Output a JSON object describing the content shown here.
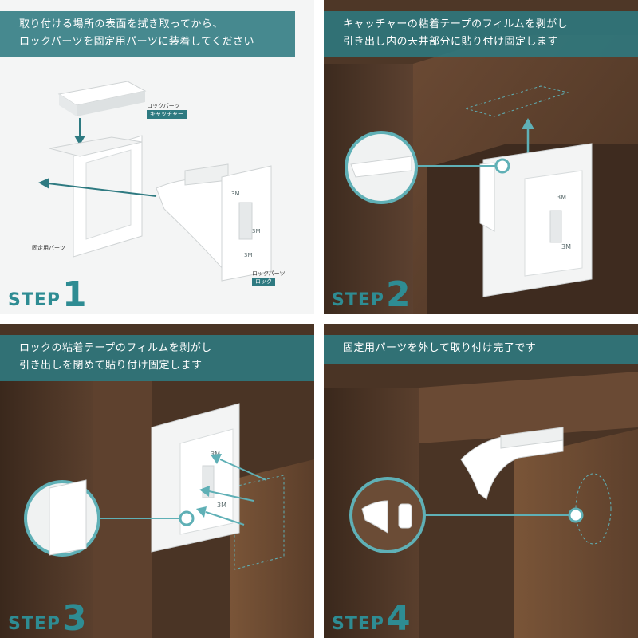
{
  "accent_color": "#2e7a81",
  "step_color": "#2e8c93",
  "wood_color": "#5a3e2b",
  "steps": [
    {
      "caption": [
        "取り付ける場所の表面を拭き取ってから、",
        "ロックパーツを固定用パーツに装着してください"
      ],
      "step_word": "STEP",
      "step_number": "1",
      "labels": {
        "catcher_title": "ロックパーツ",
        "catcher_tag": "キャッチャー",
        "fixing_part": "固定用パーツ",
        "lock_title": "ロックパーツ",
        "lock_tag": "ロック"
      }
    },
    {
      "caption": [
        "キャッチャーの粘着テープのフィルムを剥がし",
        "引き出し内の天井部分に貼り付け固定します"
      ],
      "step_word": "STEP",
      "step_number": "2"
    },
    {
      "caption": [
        "ロックの粘着テープのフィルムを剥がし",
        "引き出しを閉めて貼り付け固定します"
      ],
      "step_word": "STEP",
      "step_number": "3"
    },
    {
      "caption": [
        "固定用パーツを外して取り付け完了です"
      ],
      "step_word": "STEP",
      "step_number": "4"
    }
  ]
}
